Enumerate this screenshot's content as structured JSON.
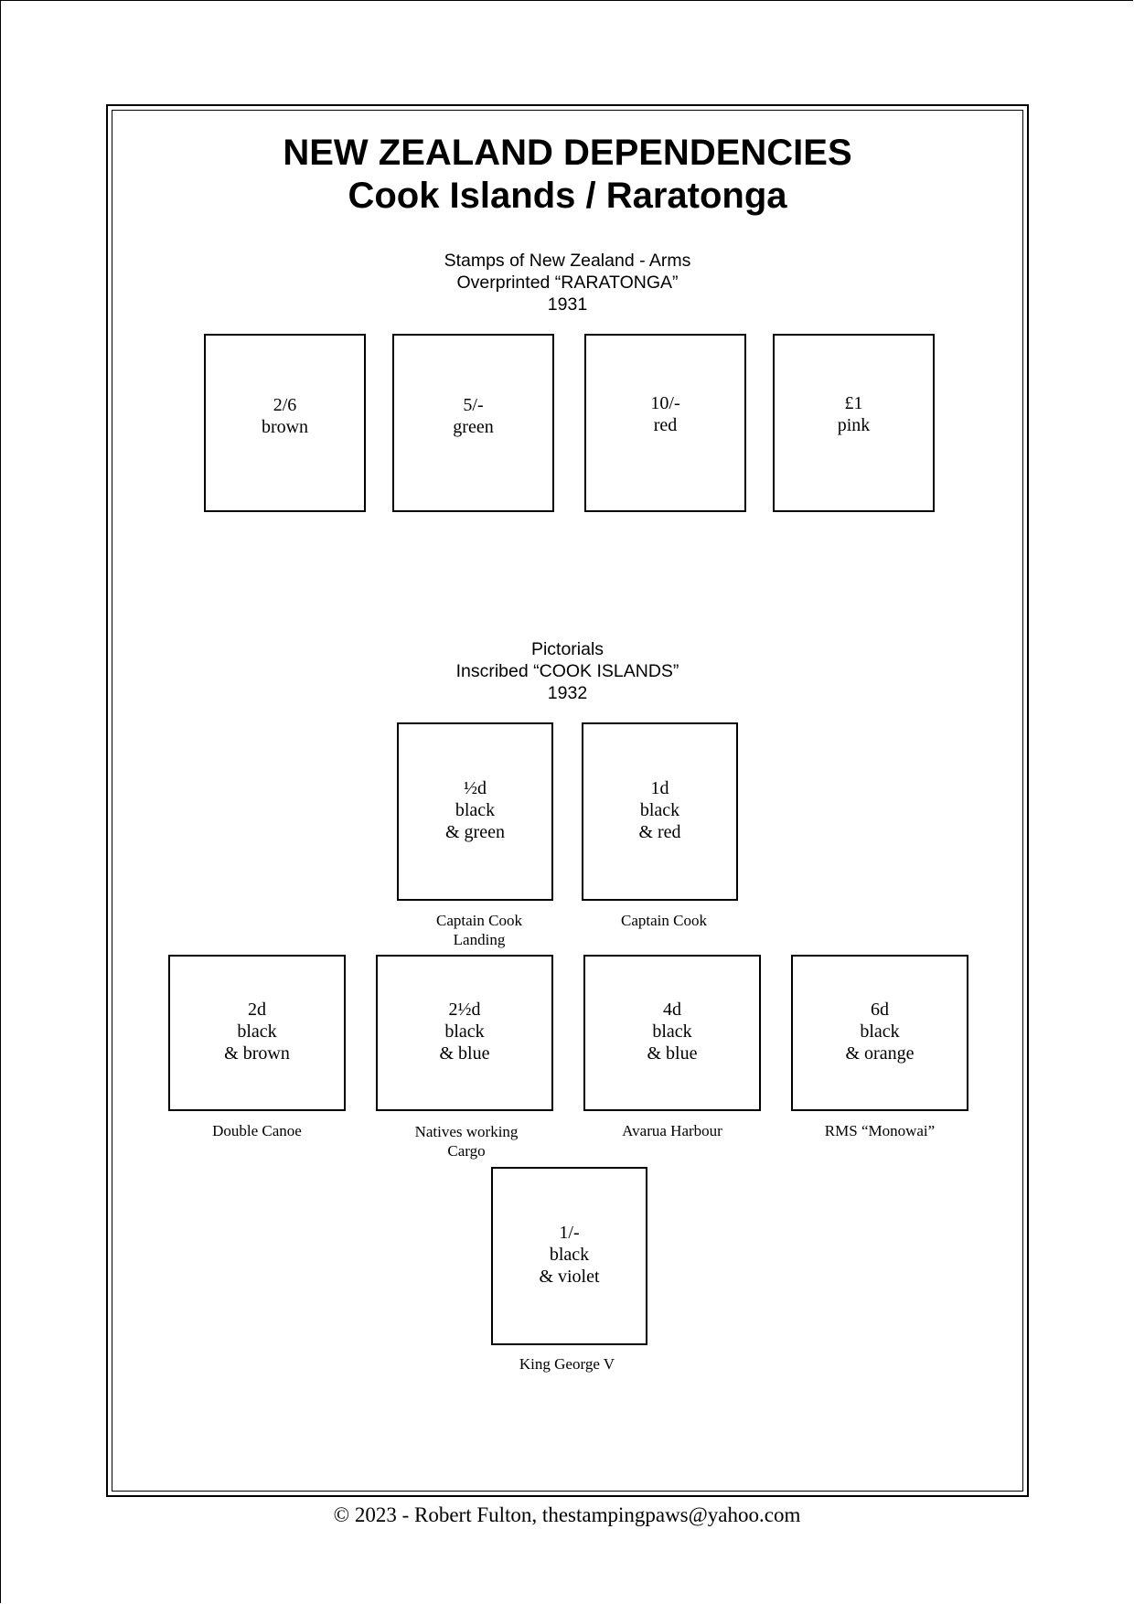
{
  "title": {
    "line1": "NEW ZEALAND DEPENDENCIES",
    "line2": "Cook Islands / Raratonga"
  },
  "section1": {
    "line1": "Stamps of New Zealand - Arms",
    "line2": "Overprinted “RARATONGA”",
    "line3": "1931",
    "stamps": [
      {
        "value": "2/6",
        "color": "brown"
      },
      {
        "value": "5/-",
        "color": "green"
      },
      {
        "value": "10/-",
        "color": "red"
      },
      {
        "value": "£1",
        "color": "pink"
      }
    ]
  },
  "section2": {
    "line1": "Pictorials",
    "line2": "Inscribed “COOK ISLANDS”",
    "line3": "1932",
    "stamps": [
      {
        "value": "½d",
        "color1": "black",
        "color2": "& green",
        "caption1": "Captain Cook",
        "caption2": "Landing"
      },
      {
        "value": "1d",
        "color1": "black",
        "color2": "& red",
        "caption1": "Captain Cook",
        "caption2": ""
      },
      {
        "value": "2d",
        "color1": "black",
        "color2": "& brown",
        "caption1": "Double Canoe",
        "caption2": ""
      },
      {
        "value": "2½d",
        "color1": "black",
        "color2": "& blue",
        "caption1": "Natives working",
        "caption2": "Cargo"
      },
      {
        "value": "4d",
        "color1": "black",
        "color2": "& blue",
        "caption1": "Avarua Harbour",
        "caption2": ""
      },
      {
        "value": "6d",
        "color1": "black",
        "color2": "& orange",
        "caption1": "RMS “Monowai”",
        "caption2": ""
      },
      {
        "value": "1/-",
        "color1": "black",
        "color2": "& violet",
        "caption1": "King George V",
        "caption2": ""
      }
    ]
  },
  "footer": "© 2023 -  Robert Fulton, thestampingpaws@yahoo.com"
}
